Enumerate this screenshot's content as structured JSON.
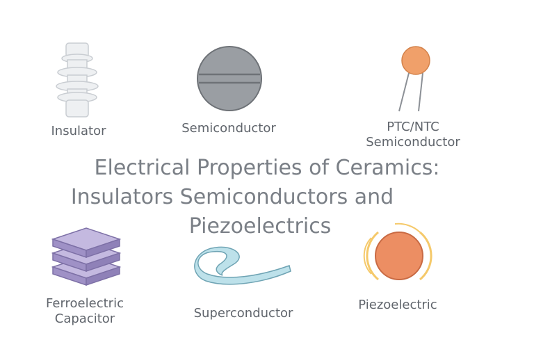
{
  "title": {
    "line1": "Electrical Properties of Ceramics:",
    "line2": "Insulators Semiconductors and",
    "line3": "Piezoelectrics"
  },
  "items": {
    "insulator": {
      "label": "Insulator",
      "icon": "ceramic-insulator-icon"
    },
    "semiconductor": {
      "label": "Semiconductor",
      "icon": "semiconductor-disc-icon"
    },
    "ptc_ntc": {
      "label_line1": "PTC/NTC",
      "label_line2": "Semiconductor",
      "icon": "thermistor-icon"
    },
    "ferroelectric": {
      "label_line1": "Ferroelectric",
      "label_line2": "Capacitor",
      "icon": "stacked-capacitor-icon"
    },
    "superconductor": {
      "label": "Superconductor",
      "icon": "superconducting-tape-icon"
    },
    "piezoelectric": {
      "label": "Piezoelectric",
      "icon": "piezo-disc-icon"
    }
  },
  "colors": {
    "insulator": "#e9ecef",
    "semiconductor": "#9a9ea3",
    "thermistor": "#f0a06a",
    "capacitor": "#b3a7d3",
    "superconductor": "#bcdfe8",
    "piezo": "#ec8e63",
    "piezo_waves": "#f5c96a"
  }
}
